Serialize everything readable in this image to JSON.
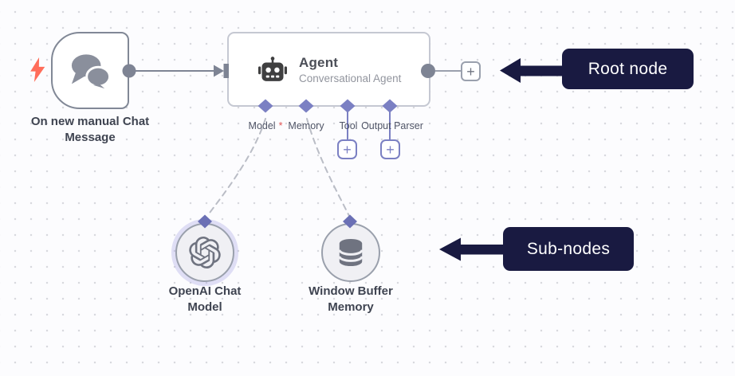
{
  "canvas": {
    "background": "#fcfcfe",
    "dot_color": "#d8d9de"
  },
  "ui": {
    "plus": "+"
  },
  "colors": {
    "accent_purple": "#7b80c3",
    "connector_gray": "#7e8494",
    "annotation_navy": "#191a41",
    "trigger_bolt_red": "#ff6d5a",
    "required_asterisk_red": "#e05252",
    "node_border_gray": "#c5c8d2",
    "subnode_fill": "#f0f0f4"
  },
  "nodes": {
    "trigger": {
      "name_line1": "On new manual Chat",
      "name_line2": "Message",
      "icon": "chat-bubbles"
    },
    "agent": {
      "title": "Agent",
      "subtitle": "Conversational Agent",
      "icon": "robot",
      "ports": [
        {
          "label": "Model",
          "required_marker": "*"
        },
        {
          "label": "Memory"
        },
        {
          "label": "Tool"
        },
        {
          "label": "Output Parser"
        }
      ]
    },
    "openai_chat_model": {
      "name_line1": "OpenAI Chat",
      "name_line2": "Model",
      "icon": "openai-logo"
    },
    "window_buffer_memory": {
      "name_line1": "Window Buffer",
      "name_line2": "Memory",
      "icon": "database"
    }
  },
  "annotations": {
    "root_node": {
      "label": "Root node"
    },
    "sub_nodes": {
      "label": "Sub-nodes"
    }
  }
}
